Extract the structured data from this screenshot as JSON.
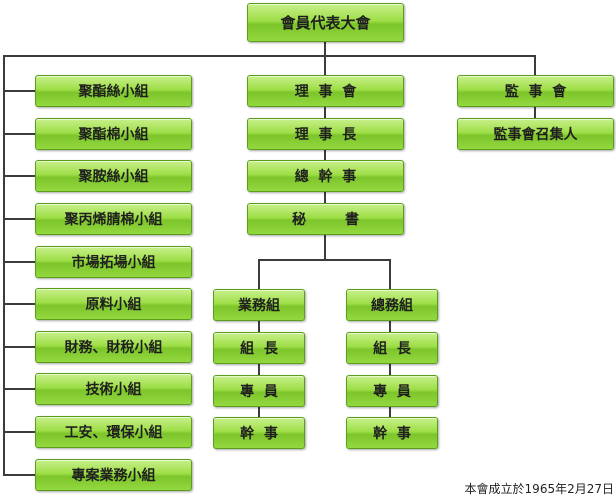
{
  "assembly": "會員代表大會",
  "board": {
    "directors": "理  事  會",
    "chairman": "理  事  長",
    "executive": "總  幹  事",
    "secretary": "秘        書"
  },
  "supervisors": {
    "council": "監  事  會",
    "convener": "監事會召集人"
  },
  "committees": [
    "聚酯絲小組",
    "聚酯棉小組",
    "聚胺絲小組",
    "聚丙烯腈棉小組",
    "市場拓場小組",
    "原料小組",
    "財務、財稅小組",
    "技術小組",
    "工安、環保小組",
    "專案業務小組"
  ],
  "business_dept": [
    "業務組",
    "組  長",
    "專  員",
    "幹  事"
  ],
  "general_dept": [
    "總務組",
    "組  長",
    "專  員",
    "幹  事"
  ],
  "founding_note": "本會成立於1965年2月27日",
  "colors": {
    "box_fill": "#9ede47",
    "box_border": "#5a9e1c",
    "line": "#3c3c3c"
  }
}
